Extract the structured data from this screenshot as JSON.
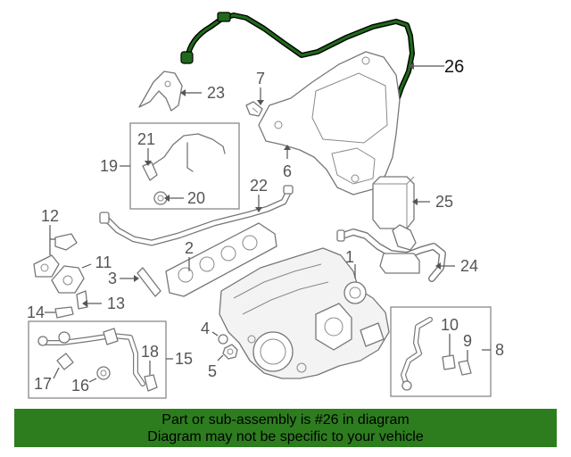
{
  "diagram": {
    "highlight_color": "#1f6a1a",
    "callouts": {
      "c1": "1",
      "c2": "2",
      "c3": "3",
      "c4": "4",
      "c5": "5",
      "c6": "6",
      "c7": "7",
      "c8": "8",
      "c9": "9",
      "c10": "10",
      "c11": "11",
      "c12": "12",
      "c13": "13",
      "c14": "14",
      "c15": "15",
      "c16": "16",
      "c17": "17",
      "c18": "18",
      "c19": "19",
      "c20": "20",
      "c21": "21",
      "c22": "22",
      "c23": "23",
      "c24": "24",
      "c25": "25",
      "c26": "26"
    }
  },
  "banner": {
    "background": "#2d7d1f",
    "line1": "Part or sub-assembly is #26 in diagram",
    "line2": "Diagram may not be specific to your vehicle"
  }
}
